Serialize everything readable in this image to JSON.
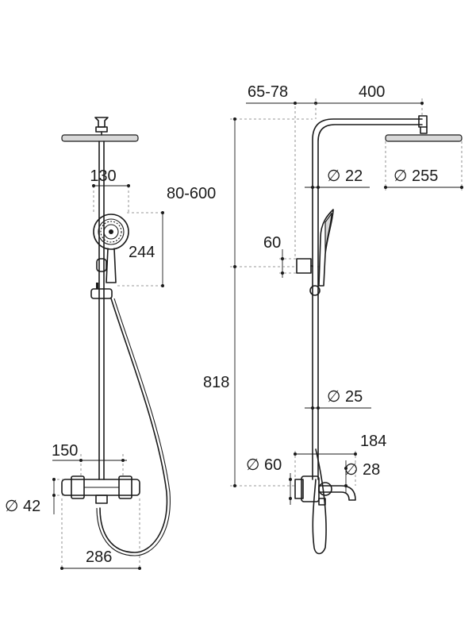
{
  "front_view": {
    "handshower_width": "130",
    "height_range": "80-600",
    "handshower_height": "244",
    "valve_centres": "150",
    "valve_diameter": "∅ 42",
    "valve_length": "286"
  },
  "side_view": {
    "wall_distance": "65-78",
    "arm_length": "400",
    "arm_diameter": "∅ 22",
    "head_diameter": "∅ 255",
    "holder_height": "60",
    "total_height": "818",
    "riser_diameter": "∅ 25",
    "spout_length": "184",
    "flange_diameter": "∅ 60",
    "spout_diameter": "∅ 28"
  }
}
